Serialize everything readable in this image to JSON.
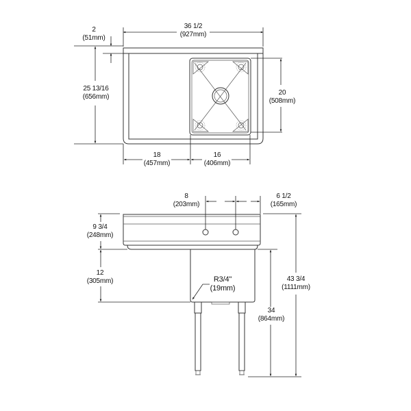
{
  "drawing": {
    "top_view": {
      "overall_width": {
        "imperial": "36 1/2",
        "metric": "(927mm)"
      },
      "backsplash_depth": {
        "imperial": "2",
        "metric": "(51mm)"
      },
      "overall_depth": {
        "imperial": "25 13/16",
        "metric": "(656mm)"
      },
      "bowl_depth": {
        "imperial": "20",
        "metric": "(508mm)"
      },
      "drainboard_width": {
        "imperial": "18",
        "metric": "(457mm)"
      },
      "bowl_width": {
        "imperial": "16",
        "metric": "(406mm)"
      }
    },
    "front_view": {
      "faucet_spacing": {
        "imperial": "8",
        "metric": "(203mm)"
      },
      "faucet_offset": {
        "imperial": "6 1/2",
        "metric": "(165mm)"
      },
      "backsplash_height": {
        "imperial": "9 3/4",
        "metric": "(248mm)"
      },
      "bowl_height": {
        "imperial": "12",
        "metric": "(305mm)"
      },
      "corner_radius": {
        "imperial": "R3/4\"",
        "metric": "(19mm)"
      },
      "rim_height": {
        "imperial": "34",
        "metric": "(864mm)"
      },
      "overall_height": {
        "imperial": "43 3/4",
        "metric": "(1111mm)"
      }
    },
    "colors": {
      "line": "#333333",
      "background": "#ffffff"
    }
  }
}
